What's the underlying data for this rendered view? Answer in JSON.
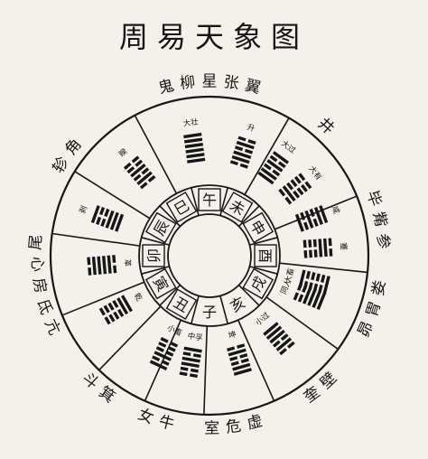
{
  "title": "周易天象图",
  "colors": {
    "ink": "#161616",
    "paper": "#f3f1ea"
  },
  "branches": [
    {
      "char": "子",
      "deg": 180,
      "boxed": false
    },
    {
      "char": "亥",
      "deg": 150,
      "boxed": false
    },
    {
      "char": "戌",
      "deg": 120,
      "boxed": true
    },
    {
      "char": "酉",
      "deg": 90,
      "boxed": true
    },
    {
      "char": "申",
      "deg": 60,
      "boxed": true
    },
    {
      "char": "未",
      "deg": 30,
      "boxed": true
    },
    {
      "char": "午",
      "deg": 0,
      "boxed": true
    },
    {
      "char": "巳",
      "deg": -30,
      "boxed": true
    },
    {
      "char": "辰",
      "deg": -60,
      "boxed": true
    },
    {
      "char": "卯",
      "deg": -90,
      "boxed": true
    },
    {
      "char": "寅",
      "deg": -120,
      "boxed": true
    },
    {
      "char": "丑",
      "deg": -150,
      "boxed": true
    }
  ],
  "mansions": [
    {
      "text": "鬼柳星张翼",
      "deg": 0
    },
    {
      "text": "轸角",
      "deg": -55
    },
    {
      "text": "亢氐房心尾",
      "deg": -100
    },
    {
      "text": "箕斗",
      "deg": -140
    },
    {
      "text": "牛女",
      "deg": -162
    },
    {
      "text": "虚危室",
      "deg": 172
    },
    {
      "text": "壁奎",
      "deg": 140
    },
    {
      "text": "娄胃昴",
      "deg": 108
    },
    {
      "text": "毕觜参",
      "deg": 78
    },
    {
      "text": "井",
      "deg": 42
    }
  ],
  "hexagrams": [
    {
      "label": "大壮",
      "deg": -8
    },
    {
      "label": "升",
      "deg": 18
    },
    {
      "label": "大过",
      "deg": 36
    },
    {
      "label": "大有",
      "deg": 52
    },
    {
      "label": "咸",
      "deg": 70
    },
    {
      "label": "蹇",
      "deg": 86
    },
    {
      "label": "大畜",
      "deg": 104
    },
    {
      "label": "同人",
      "deg": 112
    },
    {
      "label": "小过",
      "deg": 140
    },
    {
      "label": "坤",
      "deg": 164
    },
    {
      "label": "中孚",
      "deg": -170
    },
    {
      "label": "小畜",
      "deg": -155
    },
    {
      "label": "乾",
      "deg": -120
    },
    {
      "label": "革",
      "deg": -95
    },
    {
      "label": "剥",
      "deg": -70
    },
    {
      "label": "睽",
      "deg": -40
    }
  ]
}
